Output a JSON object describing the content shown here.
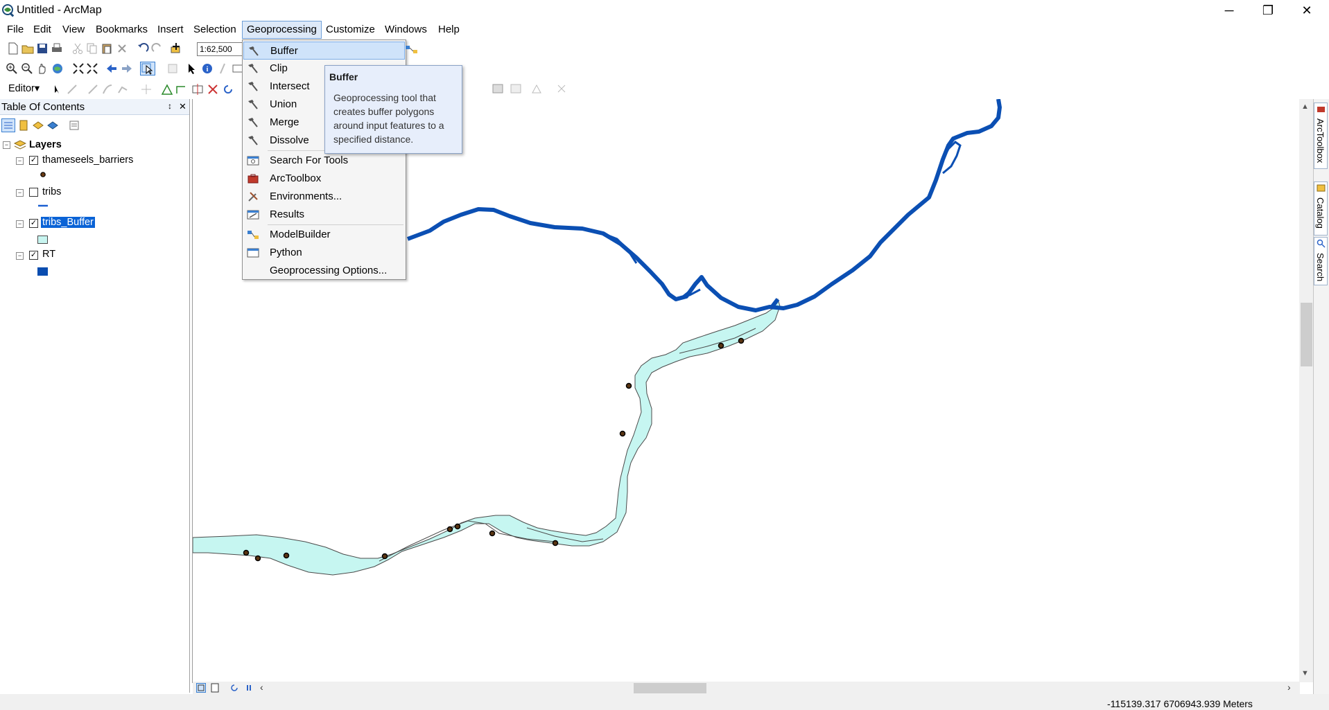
{
  "window": {
    "title": "Untitled - ArcMap",
    "minimize_glyph": "─",
    "restore_glyph": "❐",
    "close_glyph": "✕"
  },
  "menubar": {
    "items": [
      "File",
      "Edit",
      "View",
      "Bookmarks",
      "Insert",
      "Selection",
      "Geoprocessing",
      "Customize",
      "Windows",
      "Help"
    ]
  },
  "toolbar": {
    "scale_value": "1:62,500",
    "editor_label": "Editor▾"
  },
  "toc": {
    "title": "Table Of Contents",
    "pin_glyph": "↕",
    "close_glyph": "✕",
    "root_label": "Layers",
    "layers": [
      {
        "name": "thameseels_barriers",
        "checked": true,
        "symbol": "point",
        "color": "#000000"
      },
      {
        "name": "tribs",
        "checked": false,
        "symbol": "line",
        "color": "#1a5fd1"
      },
      {
        "name": "tribs_Buffer",
        "checked": true,
        "symbol": "polygon",
        "color": "#c8f5f0",
        "selected": true
      },
      {
        "name": "RT",
        "checked": true,
        "symbol": "polygon",
        "color": "#0a4db0"
      }
    ]
  },
  "geoprocessing_menu": {
    "items": [
      {
        "label": "Buffer",
        "icon": "hammer-icon",
        "highlighted": true
      },
      {
        "label": "Clip",
        "icon": "hammer-icon"
      },
      {
        "label": "Intersect",
        "icon": "hammer-icon"
      },
      {
        "label": "Union",
        "icon": "hammer-icon"
      },
      {
        "label": "Merge",
        "icon": "hammer-icon"
      },
      {
        "label": "Dissolve",
        "icon": "hammer-icon"
      },
      {
        "label": "Search For Tools",
        "icon": "search-tools-icon"
      },
      {
        "label": "ArcToolbox",
        "icon": "toolbox-icon"
      },
      {
        "label": "Environments...",
        "icon": "environments-icon"
      },
      {
        "label": "Results",
        "icon": "results-icon"
      },
      {
        "label": "ModelBuilder",
        "icon": "modelbuilder-icon"
      },
      {
        "label": "Python",
        "icon": "python-window-icon"
      },
      {
        "label": "Geoprocessing Options...",
        "icon": ""
      }
    ]
  },
  "tooltip": {
    "title": "Buffer",
    "body": "Geoprocessing tool that creates buffer polygons around input features to a specified distance."
  },
  "right_dock": {
    "tabs": [
      "ArcToolbox",
      "Catalog",
      "Search"
    ]
  },
  "status": {
    "coordinates": "-115139.317  6706943.939 Meters"
  },
  "colors": {
    "river": "#0b4fb3",
    "buffer_fill": "#c6f6f1",
    "buffer_stroke": "#4a4a4a",
    "menu_highlight": "#cfe3fa",
    "selection": "#0a63d6"
  }
}
